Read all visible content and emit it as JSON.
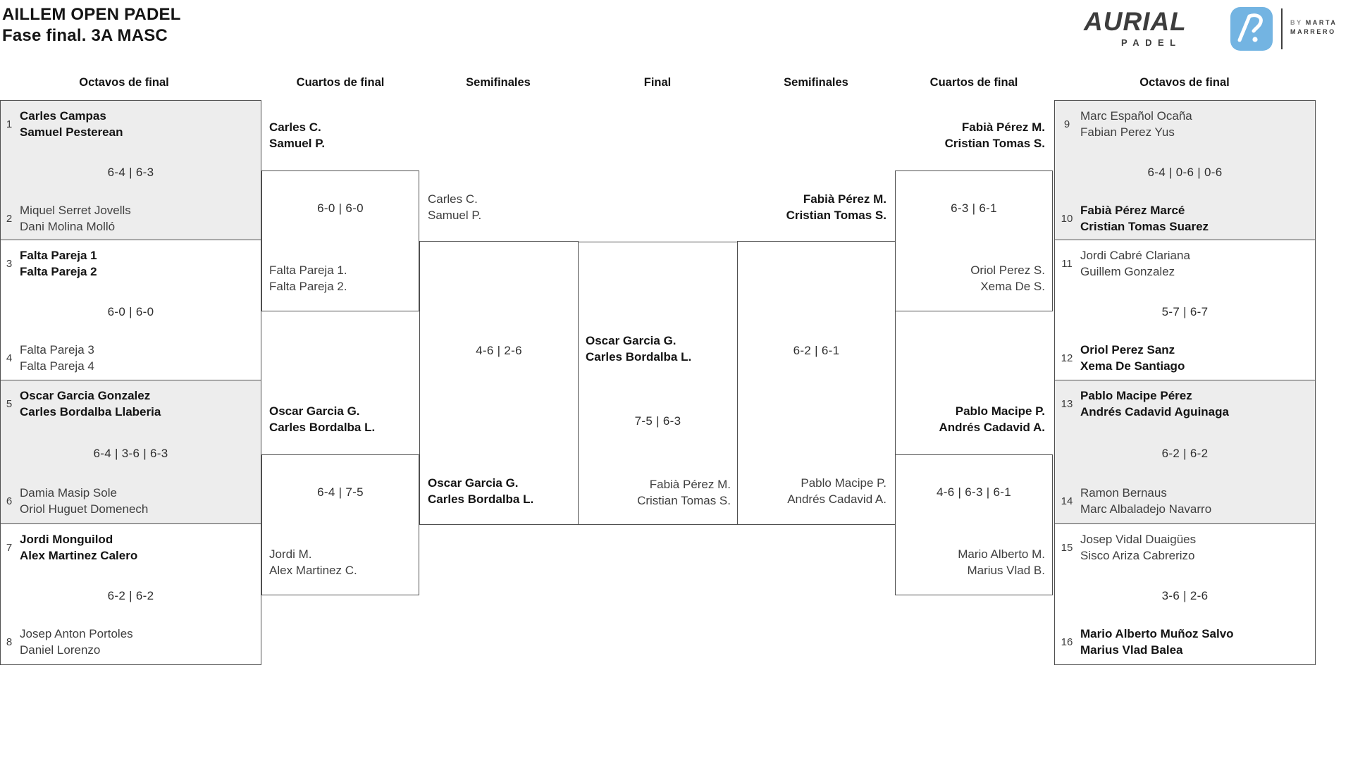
{
  "header": {
    "title_line1": "AILLEM OPEN PADEL",
    "title_line2": "Fase final. 3A MASC"
  },
  "logo": {
    "brand": "AURIAL",
    "sub": "PADEL",
    "mark_icon": "aurial-a-monogram",
    "by_prefix1": "BY",
    "by_name1": "MARTA",
    "by_name2": "MARRERO",
    "accent_blue": "#73b4e2"
  },
  "colors": {
    "box_gray": "#ededed",
    "box_border": "#4f4f4f",
    "text_dark": "#141414"
  },
  "round_headers": {
    "octavos_left": "Octavos de final",
    "cuartos_left": "Cuartos de final",
    "semis_left": "Semifinales",
    "final": "Final",
    "semis_right": "Semifinales",
    "cuartos_right": "Cuartos de final",
    "octavos_right": "Octavos de final"
  },
  "octavos_left": [
    {
      "n1": "1",
      "p1": [
        "Carles Campas",
        "Samuel Pesterean"
      ],
      "score": "6-4 | 6-3",
      "n2": "2",
      "p2": [
        "Miquel Serret Jovells",
        "Dani Molina Molló"
      ]
    },
    {
      "n1": "3",
      "p1": [
        "Falta Pareja 1",
        "Falta Pareja 2"
      ],
      "score": "6-0 | 6-0",
      "n2": "4",
      "p2": [
        "Falta Pareja 3",
        "Falta Pareja 4"
      ]
    },
    {
      "n1": "5",
      "p1": [
        "Oscar Garcia Gonzalez",
        "Carles Bordalba Llaberia"
      ],
      "score": "6-4 | 3-6 | 6-3",
      "n2": "6",
      "p2": [
        "Damia Masip Sole",
        "Oriol Huguet Domenech"
      ]
    },
    {
      "n1": "7",
      "p1": [
        "Jordi Monguilod",
        "Alex Martinez Calero"
      ],
      "score": "6-2 | 6-2",
      "n2": "8",
      "p2": [
        "Josep Anton Portoles",
        "Daniel Lorenzo"
      ]
    }
  ],
  "octavos_right": [
    {
      "n1": "9",
      "p1": [
        "Marc Español Ocaña",
        "Fabian Perez Yus"
      ],
      "score": "6-4 | 0-6 | 0-6",
      "n2": "10",
      "p2": [
        "Fabià Pérez Marcé",
        "Cristian Tomas Suarez"
      ]
    },
    {
      "n1": "11",
      "p1": [
        "Jordi Cabré Clariana",
        "Guillem Gonzalez"
      ],
      "score": "5-7 | 6-7",
      "n2": "12",
      "p2": [
        "Oriol Perez Sanz",
        "Xema De Santiago"
      ]
    },
    {
      "n1": "13",
      "p1": [
        "Pablo Macipe Pérez",
        "Andrés Cadavid Aguinaga"
      ],
      "score": "6-2 | 6-2",
      "n2": "14",
      "p2": [
        "Ramon Bernaus",
        "Marc Albaladejo Navarro"
      ]
    },
    {
      "n1": "15",
      "p1": [
        "Josep Vidal Duaigües",
        "Sisco Ariza Cabrerizo"
      ],
      "score": "3-6 | 2-6",
      "n2": "16",
      "p2": [
        "Mario Alberto Muñoz Salvo",
        "Marius Vlad Balea"
      ]
    }
  ],
  "cuartos_left": [
    {
      "w": [
        "Carles C.",
        "Samuel P."
      ],
      "score": "6-0 | 6-0",
      "l": [
        "Falta Pareja 1.",
        "Falta Pareja 2."
      ]
    },
    {
      "w": [
        "Oscar Garcia G.",
        "Carles Bordalba L."
      ],
      "score": "6-4 | 7-5",
      "l": [
        "Jordi M.",
        "Alex Martinez C."
      ]
    }
  ],
  "cuartos_right": [
    {
      "w": [
        "Fabià Pérez M.",
        "Cristian Tomas S."
      ],
      "score": "6-3 | 6-1",
      "l": [
        "Oriol Perez S.",
        "Xema De S."
      ]
    },
    {
      "w": [
        "Pablo Macipe P.",
        "Andrés Cadavid A."
      ],
      "score": "4-6 | 6-3 | 6-1",
      "l": [
        "Mario Alberto M.",
        "Marius Vlad B."
      ]
    }
  ],
  "semi_left": {
    "top": [
      "Carles C.",
      "Samuel P."
    ],
    "score": "4-6 | 2-6",
    "bottom": [
      "Oscar Garcia G.",
      "Carles Bordalba L."
    ]
  },
  "semi_right": {
    "top": [
      "Fabià Pérez M.",
      "Cristian Tomas S."
    ],
    "score": "6-2 | 6-1",
    "bottom": [
      "Pablo Macipe P.",
      "Andrés Cadavid A."
    ]
  },
  "final": {
    "w": [
      "Oscar Garcia G.",
      "Carles Bordalba L."
    ],
    "score": "7-5 | 6-3",
    "l": [
      "Fabià Pérez M.",
      "Cristian Tomas S."
    ]
  }
}
